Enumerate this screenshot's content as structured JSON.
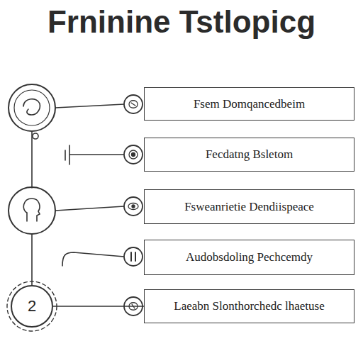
{
  "diagram": {
    "title": "Frninine Tstlopicg",
    "nodes": [
      {
        "text": [
          "Fsem Domqancedbeim"
        ]
      },
      {
        "text": [
          "Fecdatng Bsletom"
        ]
      },
      {
        "text": [
          "Fsweanrietie Dendiispeace"
        ]
      },
      {
        "text": [
          "Audobsdoling Pechcemdy"
        ]
      },
      {
        "text": [
          "Laeabn Slonthorchedc lhaetuse"
        ]
      },
      {
        "text": [
          "2"
        ]
      }
    ],
    "edges": [
      {
        "from": 5,
        "to": 4,
        "arrow": "none"
      }
    ]
  }
}
